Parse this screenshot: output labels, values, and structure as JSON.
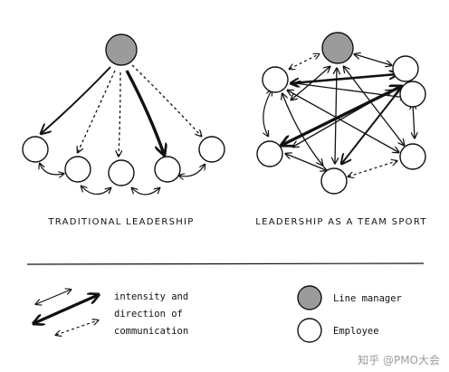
{
  "left_panel": {
    "caption": "TRADITIONAL LEADERSHIP"
  },
  "right_panel": {
    "caption": "LEADERSHIP AS A TEAM SPORT"
  },
  "legend": {
    "arrow_line1": "intensity and",
    "arrow_line2": "direction of",
    "arrow_line3": "communication",
    "manager_label": "Line manager",
    "employee_label": "Employee"
  },
  "watermark": "知乎 @PMO大会",
  "colors": {
    "manager_fill": "#9b9b9b",
    "stroke": "#111111",
    "watermark": "#9a9a9a"
  },
  "icons": {
    "watermark_logo": "zhihu-logo-icon"
  }
}
